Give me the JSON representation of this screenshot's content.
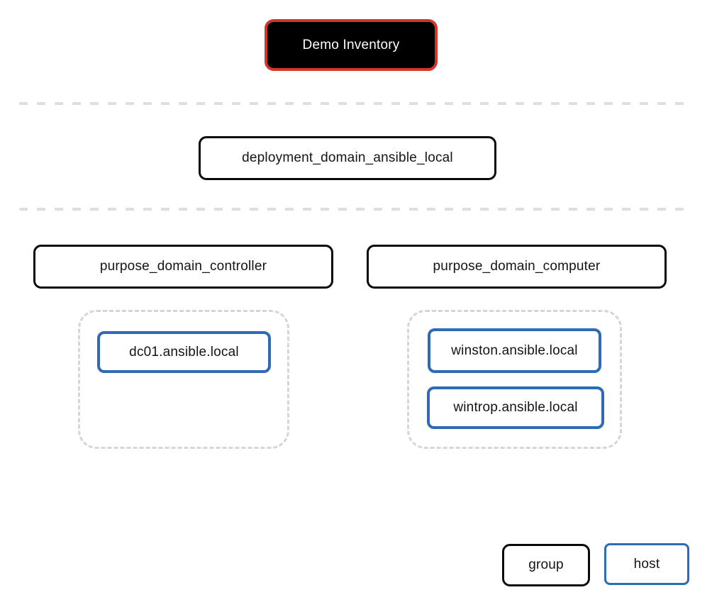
{
  "diagram": {
    "root": {
      "label": "Demo Inventory"
    },
    "deployment_group": {
      "label": "deployment_domain_ansible_local"
    },
    "purpose_groups": [
      {
        "label": "purpose_domain_controller",
        "hosts": [
          "dc01.ansible.local"
        ]
      },
      {
        "label": "purpose_domain_computer",
        "hosts": [
          "winston.ansible.local",
          "wintrop.ansible.local"
        ]
      }
    ],
    "legend": {
      "group": "group",
      "host": "host"
    },
    "colors": {
      "root_fill": "#000000",
      "root_text": "#ffffff",
      "root_border": "#d5342b",
      "group_border": "#0a0a0a",
      "host_border": "#2e6bb4",
      "separator": "#dedede",
      "container_border": "#d6d6d6"
    }
  }
}
